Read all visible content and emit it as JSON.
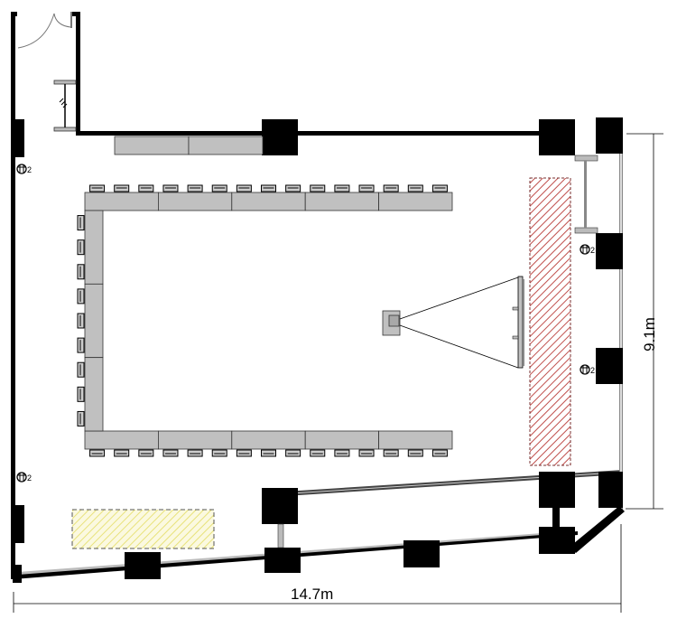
{
  "plan": {
    "width_dimension": "14.7m",
    "height_dimension": "9.1m",
    "outlet_label": "2",
    "colors": {
      "wall": "#000000",
      "table_fill": "#c0c0c0",
      "stage_hatch": "#c0504d",
      "yellow_hatch": "#e8e27a",
      "yellow_bg": "#fbf9e0"
    },
    "layout": {
      "top_row_tables": 5,
      "top_row_chairs": 15,
      "bottom_row_tables": 5,
      "bottom_row_chairs": 15,
      "left_column_tables": 3,
      "left_column_chairs": 9
    },
    "icons": [
      "door-icon",
      "projector-icon",
      "screen-icon",
      "power-outlet-icon",
      "column-icon",
      "stairs-icon"
    ]
  }
}
